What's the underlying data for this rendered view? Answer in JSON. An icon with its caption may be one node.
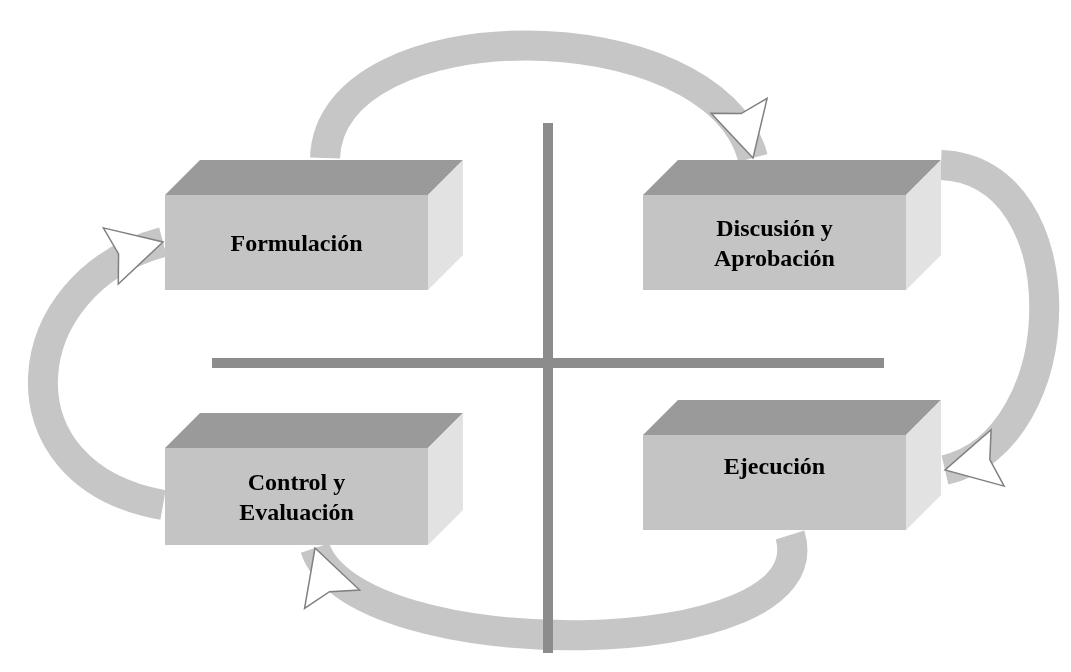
{
  "diagram": {
    "nodes": [
      {
        "text": [
          "Formulación"
        ]
      },
      {
        "text": [
          "Discusión y Aprobación"
        ]
      },
      {
        "text": [
          "Ejecución"
        ]
      },
      {
        "text": [
          "Control y Evaluación"
        ]
      }
    ],
    "edges": [
      {
        "from": 0,
        "to": 1,
        "arrow": "to"
      },
      {
        "from": 1,
        "to": 2,
        "arrow": "to"
      },
      {
        "from": 2,
        "to": 3,
        "arrow": "to"
      },
      {
        "from": 3,
        "to": 0,
        "arrow": "to"
      }
    ]
  }
}
